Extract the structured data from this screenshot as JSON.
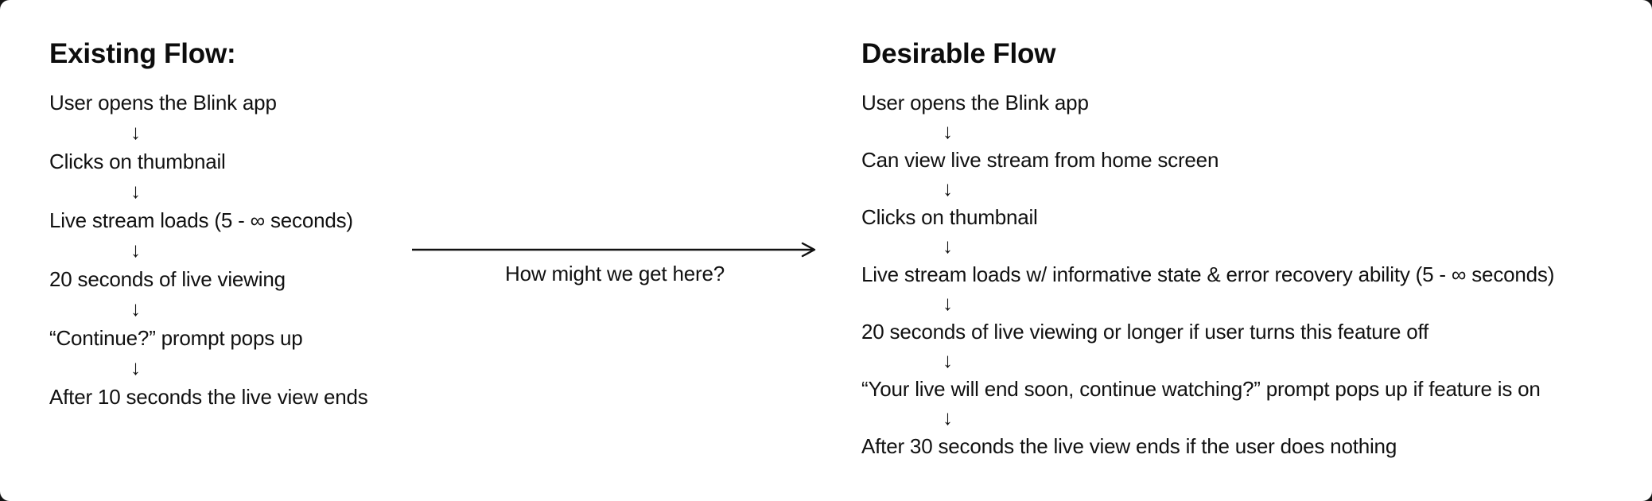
{
  "colors": {
    "canvas_background": "#141414",
    "card_background": "#ffffff",
    "text": "#111111"
  },
  "glyphs": {
    "down_arrow": "↓",
    "right_arrow": "→"
  },
  "existing_flow": {
    "title": "Existing Flow:",
    "steps": [
      "User opens the Blink app",
      "Clicks on thumbnail",
      "Live stream loads (5 - ∞ seconds)",
      "20 seconds of live viewing",
      "“Continue?” prompt pops up",
      "After 10 seconds the live view ends"
    ]
  },
  "connector": {
    "label": "How might we get here?"
  },
  "desirable_flow": {
    "title": "Desirable Flow",
    "steps": [
      "User opens the Blink app",
      "Can view live stream from home screen",
      "Clicks on thumbnail",
      "Live stream loads w/ informative state & error recovery ability (5 - ∞ seconds)",
      "20 seconds of live viewing or longer if user turns this feature off",
      "“Your live will end soon, continue watching?” prompt pops up if feature is on",
      "After 30 seconds the live view ends if the user does nothing"
    ]
  }
}
